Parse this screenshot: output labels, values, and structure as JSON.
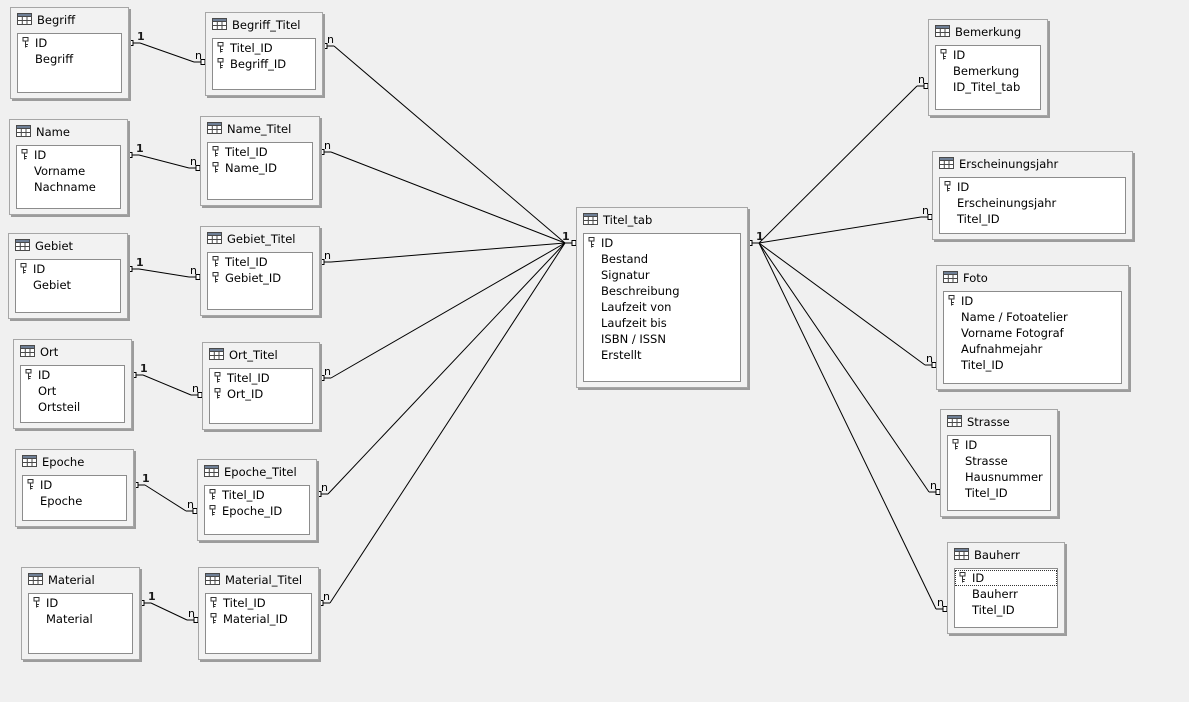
{
  "tables": [
    {
      "id": "begriff",
      "title": "Begriff",
      "fields": [
        {
          "name": "ID",
          "key": true
        },
        {
          "name": "Begriff",
          "key": false
        }
      ]
    },
    {
      "id": "begriff_titel",
      "title": "Begriff_Titel",
      "fields": [
        {
          "name": "Titel_ID",
          "key": true
        },
        {
          "name": "Begriff_ID",
          "key": true
        }
      ]
    },
    {
      "id": "name",
      "title": "Name",
      "fields": [
        {
          "name": "ID",
          "key": true
        },
        {
          "name": "Vorname",
          "key": false
        },
        {
          "name": "Nachname",
          "key": false
        }
      ]
    },
    {
      "id": "name_titel",
      "title": "Name_Titel",
      "fields": [
        {
          "name": "Titel_ID",
          "key": true
        },
        {
          "name": "Name_ID",
          "key": true
        }
      ]
    },
    {
      "id": "gebiet",
      "title": "Gebiet",
      "fields": [
        {
          "name": "ID",
          "key": true
        },
        {
          "name": "Gebiet",
          "key": false
        }
      ]
    },
    {
      "id": "gebiet_titel",
      "title": "Gebiet_Titel",
      "fields": [
        {
          "name": "Titel_ID",
          "key": true
        },
        {
          "name": "Gebiet_ID",
          "key": true
        }
      ]
    },
    {
      "id": "ort",
      "title": "Ort",
      "fields": [
        {
          "name": "ID",
          "key": true
        },
        {
          "name": "Ort",
          "key": false
        },
        {
          "name": "Ortsteil",
          "key": false
        }
      ]
    },
    {
      "id": "ort_titel",
      "title": "Ort_Titel",
      "fields": [
        {
          "name": "Titel_ID",
          "key": true
        },
        {
          "name": "Ort_ID",
          "key": true
        }
      ]
    },
    {
      "id": "epoche",
      "title": "Epoche",
      "fields": [
        {
          "name": "ID",
          "key": true
        },
        {
          "name": "Epoche",
          "key": false
        }
      ]
    },
    {
      "id": "epoche_titel",
      "title": "Epoche_Titel",
      "fields": [
        {
          "name": "Titel_ID",
          "key": true
        },
        {
          "name": "Epoche_ID",
          "key": true
        }
      ]
    },
    {
      "id": "material",
      "title": "Material",
      "fields": [
        {
          "name": "ID",
          "key": true
        },
        {
          "name": "Material",
          "key": false
        }
      ]
    },
    {
      "id": "material_titel",
      "title": "Material_Titel",
      "fields": [
        {
          "name": "Titel_ID",
          "key": true
        },
        {
          "name": "Material_ID",
          "key": true
        }
      ]
    },
    {
      "id": "titel_tab",
      "title": "Titel_tab",
      "fields": [
        {
          "name": "ID",
          "key": true
        },
        {
          "name": "Bestand",
          "key": false
        },
        {
          "name": "Signatur",
          "key": false
        },
        {
          "name": "Beschreibung",
          "key": false
        },
        {
          "name": "Laufzeit von",
          "key": false
        },
        {
          "name": "Laufzeit bis",
          "key": false
        },
        {
          "name": "ISBN / ISSN",
          "key": false
        },
        {
          "name": "Erstellt",
          "key": false
        }
      ]
    },
    {
      "id": "bemerkung",
      "title": "Bemerkung",
      "fields": [
        {
          "name": "ID",
          "key": true
        },
        {
          "name": "Bemerkung",
          "key": false
        },
        {
          "name": "ID_Titel_tab",
          "key": false
        }
      ]
    },
    {
      "id": "erscheinungsjahr",
      "title": "Erscheinungsjahr",
      "fields": [
        {
          "name": "ID",
          "key": true
        },
        {
          "name": "Erscheinungsjahr",
          "key": false
        },
        {
          "name": "Titel_ID",
          "key": false
        }
      ]
    },
    {
      "id": "foto",
      "title": "Foto",
      "fields": [
        {
          "name": "ID",
          "key": true
        },
        {
          "name": "Name / Fotoatelier",
          "key": false
        },
        {
          "name": "Vorname Fotograf",
          "key": false
        },
        {
          "name": "Aufnahmejahr",
          "key": false
        },
        {
          "name": "Titel_ID",
          "key": false
        }
      ]
    },
    {
      "id": "strasse",
      "title": "Strasse",
      "fields": [
        {
          "name": "ID",
          "key": true
        },
        {
          "name": "Strasse",
          "key": false
        },
        {
          "name": "Hausnummer",
          "key": false
        },
        {
          "name": "Titel_ID",
          "key": false
        }
      ]
    },
    {
      "id": "bauherr",
      "title": "Bauherr",
      "fields": [
        {
          "name": "ID",
          "key": true,
          "selected": true
        },
        {
          "name": "Bauherr",
          "key": false
        },
        {
          "name": "Titel_ID",
          "key": false
        }
      ]
    }
  ],
  "relations": [
    {
      "from": "begriff",
      "to": "begriff_titel",
      "from_card": "1",
      "to_card": "n"
    },
    {
      "from": "name",
      "to": "name_titel",
      "from_card": "1",
      "to_card": "n"
    },
    {
      "from": "gebiet",
      "to": "gebiet_titel",
      "from_card": "1",
      "to_card": "n"
    },
    {
      "from": "ort",
      "to": "ort_titel",
      "from_card": "1",
      "to_card": "n"
    },
    {
      "from": "epoche",
      "to": "epoche_titel",
      "from_card": "1",
      "to_card": "n"
    },
    {
      "from": "material",
      "to": "material_titel",
      "from_card": "1",
      "to_card": "n"
    },
    {
      "from": "titel_tab",
      "to": "begriff_titel",
      "from_card": "1",
      "to_card": "n"
    },
    {
      "from": "titel_tab",
      "to": "name_titel",
      "from_card": "1",
      "to_card": "n"
    },
    {
      "from": "titel_tab",
      "to": "gebiet_titel",
      "from_card": "1",
      "to_card": "n"
    },
    {
      "from": "titel_tab",
      "to": "ort_titel",
      "from_card": "1",
      "to_card": "n"
    },
    {
      "from": "titel_tab",
      "to": "epoche_titel",
      "from_card": "1",
      "to_card": "n"
    },
    {
      "from": "titel_tab",
      "to": "material_titel",
      "from_card": "1",
      "to_card": "n"
    },
    {
      "from": "titel_tab",
      "to": "bemerkung",
      "from_card": "1",
      "to_card": "n"
    },
    {
      "from": "titel_tab",
      "to": "erscheinungsjahr",
      "from_card": "1",
      "to_card": "n"
    },
    {
      "from": "titel_tab",
      "to": "foto",
      "from_card": "1",
      "to_card": "n"
    },
    {
      "from": "titel_tab",
      "to": "strasse",
      "from_card": "1",
      "to_card": "n"
    },
    {
      "from": "titel_tab",
      "to": "bauherr",
      "from_card": "1",
      "to_card": "n"
    }
  ],
  "colors": {
    "line": "#000000",
    "window": "#f2f2f2",
    "canvas": "#f0f0f0",
    "border": "#a6a6a6"
  },
  "icons": {
    "table": "table-icon",
    "key": "key-icon"
  }
}
